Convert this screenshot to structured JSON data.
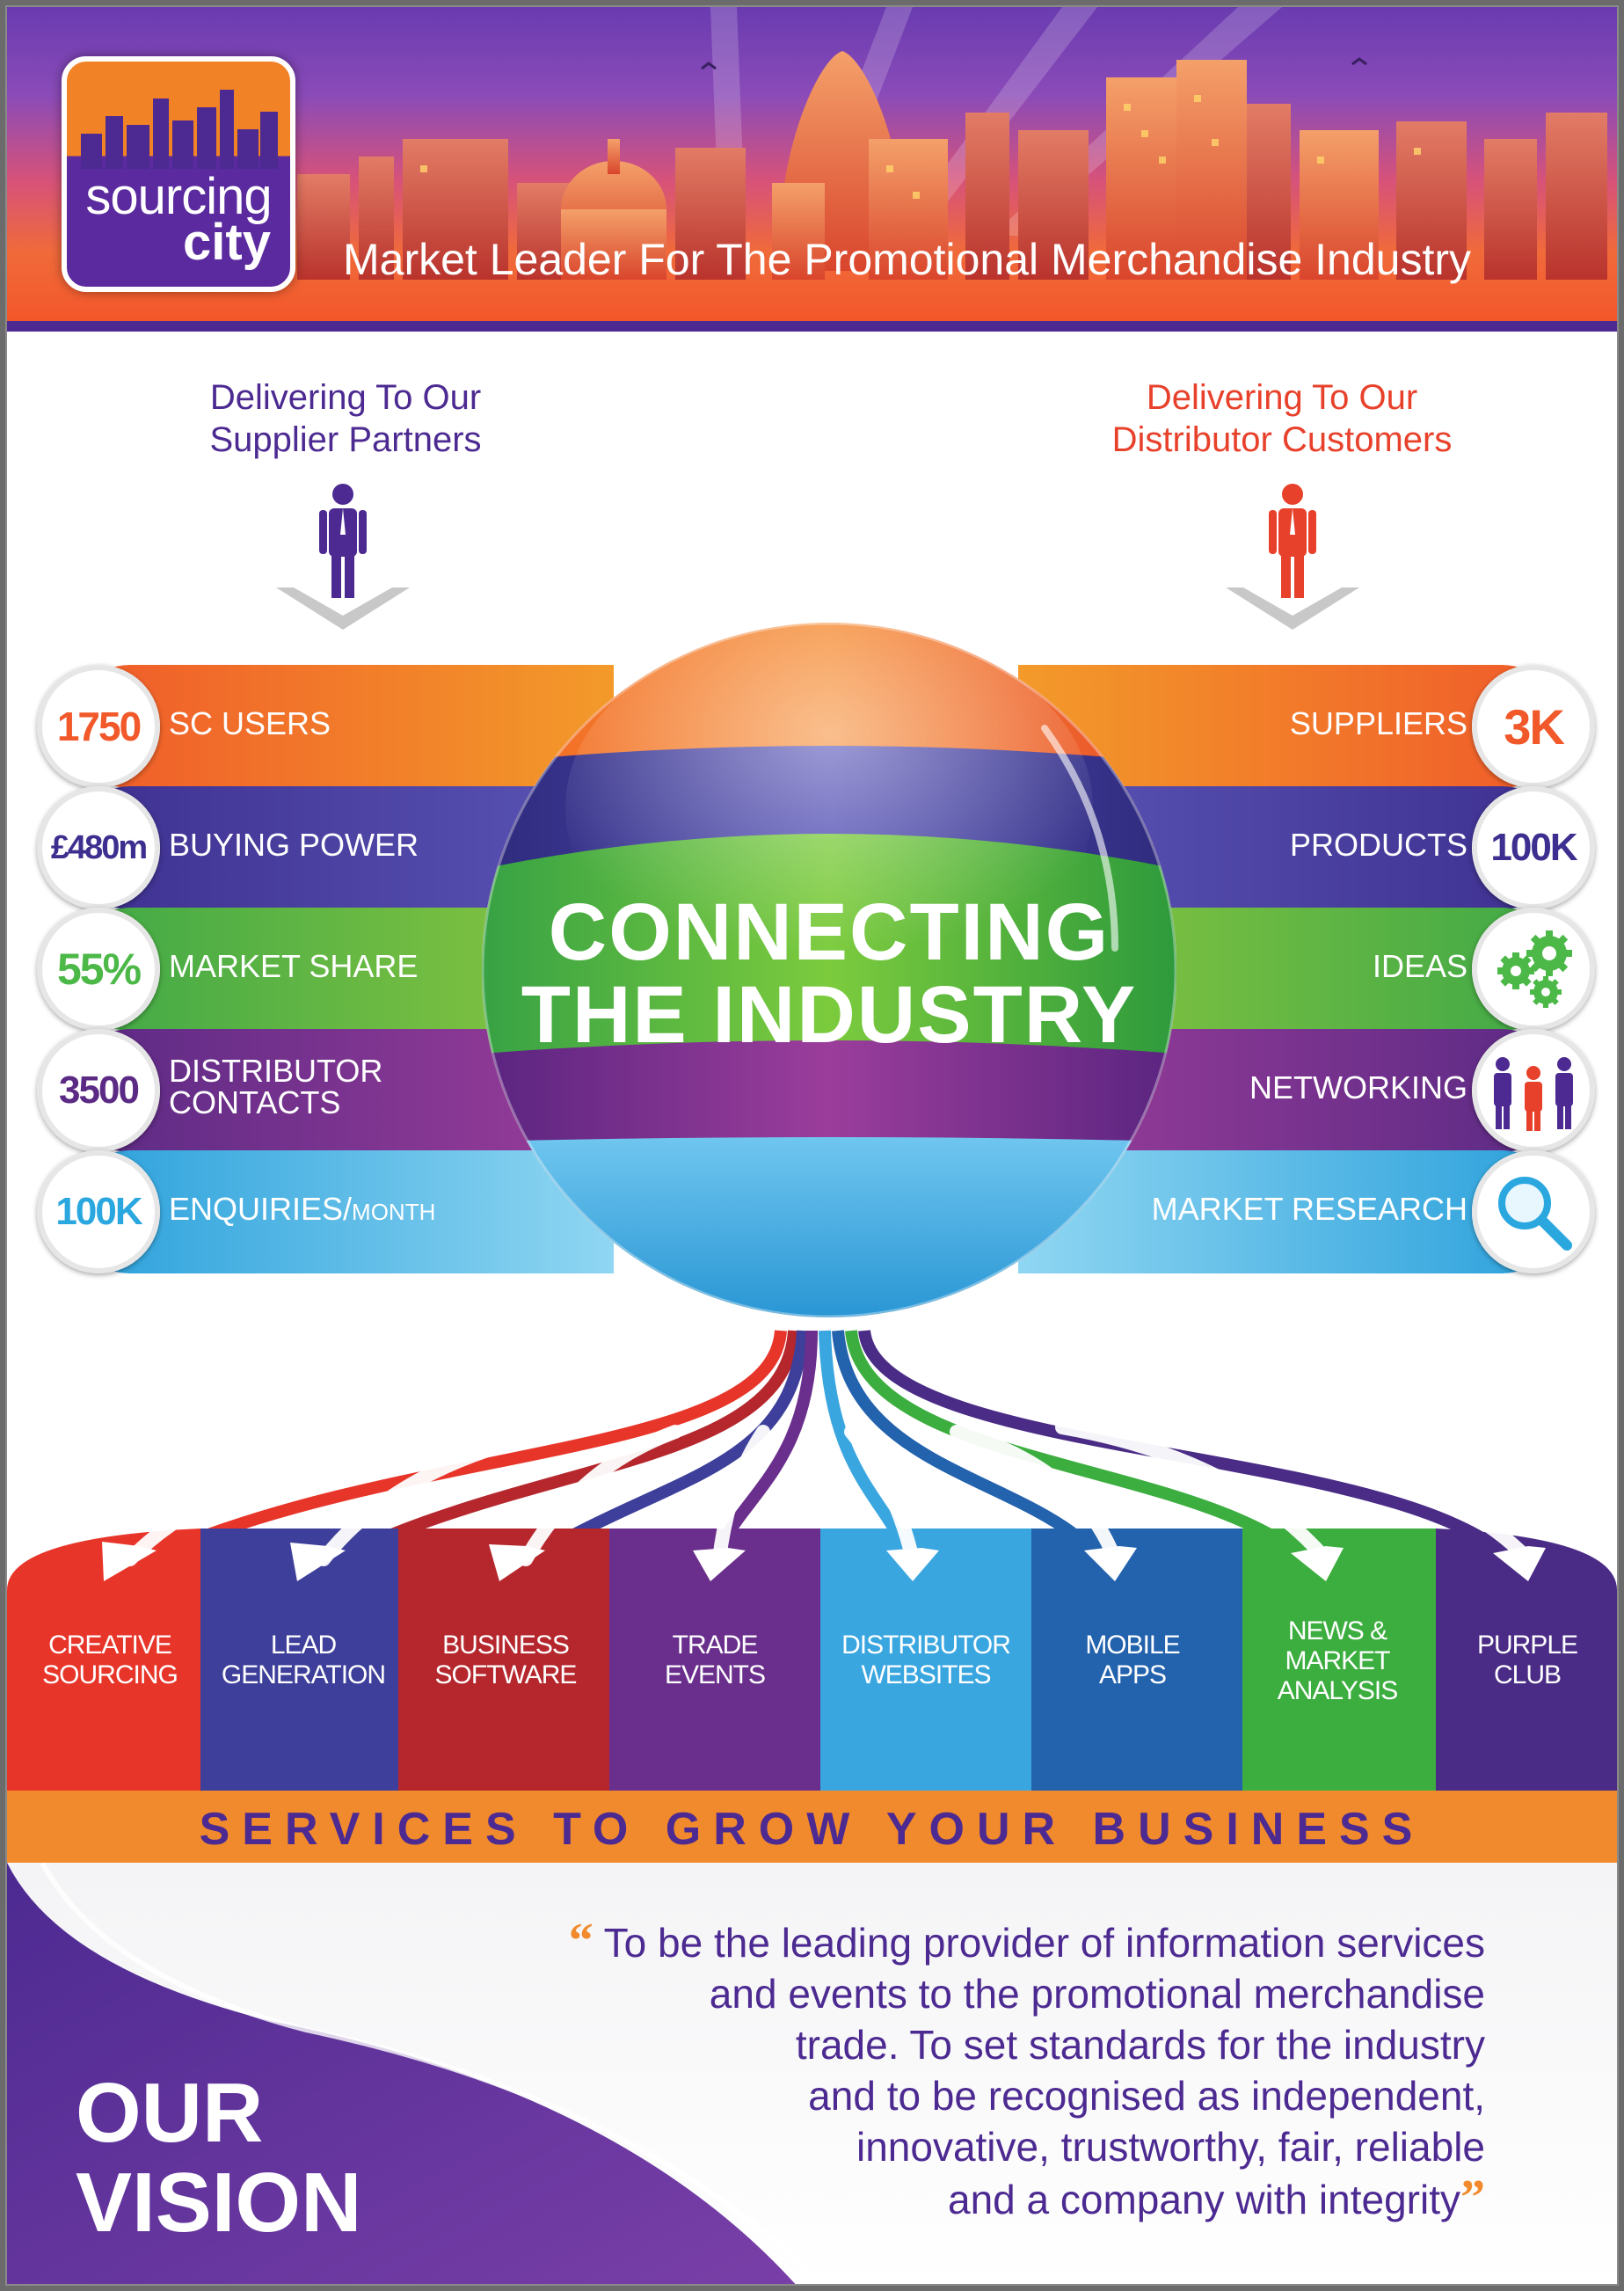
{
  "header": {
    "logo_line1": "sourcing",
    "logo_line2": "city",
    "tagline": "Market Leader For The Promotional Merchandise Industry"
  },
  "deliver": {
    "left_line1": "Delivering To Our",
    "left_line2": "Supplier Partners",
    "right_line1": "Delivering To Our",
    "right_line2": "Distributor Customers"
  },
  "sphere": {
    "line1": "CONNECTING",
    "line2": "THE INDUSTRY"
  },
  "left_stats": [
    {
      "value": "1750",
      "label": "SC USERS",
      "value_color": "#f1582a"
    },
    {
      "value": "£480m",
      "label": "BUYING POWER",
      "value_color": "#3d2f8f"
    },
    {
      "value": "55%",
      "label": "MARKET SHARE",
      "value_color": "#4cb848"
    },
    {
      "value": "3500",
      "label_line1": "DISTRIBUTOR",
      "label_line2": "CONTACTS",
      "value_color": "#5a2a84"
    },
    {
      "value": "100K",
      "label": "ENQUIRIES/",
      "label_small": "MONTH",
      "value_color": "#2aa7df"
    }
  ],
  "right_stats": [
    {
      "value": "3K",
      "label": "SUPPLIERS",
      "value_color": "#f1582a"
    },
    {
      "value": "100K",
      "label": "PRODUCTS",
      "value_color": "#3d2f8f"
    },
    {
      "label": "IDEAS",
      "icon": "gears-icon"
    },
    {
      "label": "NETWORKING",
      "icon": "people-icon"
    },
    {
      "label": "MARKET RESEARCH",
      "icon": "magnifier-icon"
    }
  ],
  "services": [
    {
      "line1": "CREATIVE",
      "line2": "SOURCING",
      "color": "#e8352a"
    },
    {
      "line1": "LEAD",
      "line2": "GENERATION",
      "color": "#3d3f9a"
    },
    {
      "line1": "BUSINESS",
      "line2": "SOFTWARE",
      "color": "#b5272d"
    },
    {
      "line1": "TRADE",
      "line2": "EVENTS",
      "color": "#6a2f8c"
    },
    {
      "line1": "DISTRIBUTOR",
      "line2": "WEBSITES",
      "color": "#3aa6e0"
    },
    {
      "line1": "MOBILE",
      "line2": "APPS",
      "color": "#2362ad"
    },
    {
      "line1": "NEWS &",
      "line2": "MARKET",
      "line3": "ANALYSIS",
      "color": "#3cae3f"
    },
    {
      "line1": "PURPLE",
      "line2": "CLUB",
      "color": "#4a2c86"
    }
  ],
  "services_banner": "SERVICES TO GROW YOUR BUSINESS",
  "vision": {
    "title_line1": "OUR",
    "title_line2": "VISION",
    "quote_lines": [
      "To be the leading provider of information services",
      "and events to the promotional merchandise",
      "trade. To set standards for the industry",
      "and to be recognised as independent,",
      "innovative, trustworthy, fair, reliable",
      "and a company with integrity"
    ]
  },
  "colors": {
    "purple": "#4c2a91",
    "orange": "#f18a2c",
    "red": "#e8412b"
  }
}
